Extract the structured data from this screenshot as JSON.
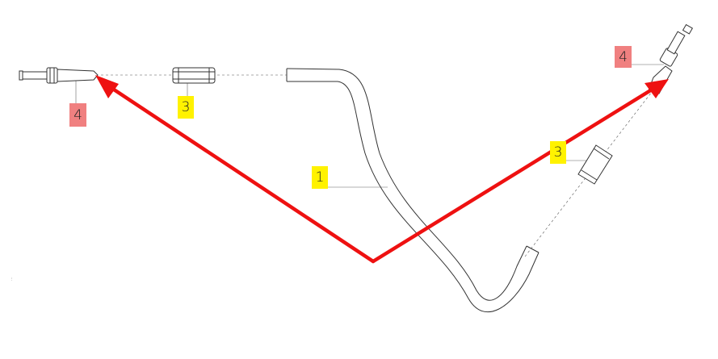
{
  "callouts": {
    "fitting_left": "4",
    "nut_left": "3",
    "hose": "1",
    "nut_right": "3",
    "fitting_right": "4"
  },
  "colors": {
    "arrow": "#ee1111",
    "callout_yellow": "#fff200",
    "callout_red": "#f08080",
    "line": "#444444"
  },
  "side_note": "..."
}
